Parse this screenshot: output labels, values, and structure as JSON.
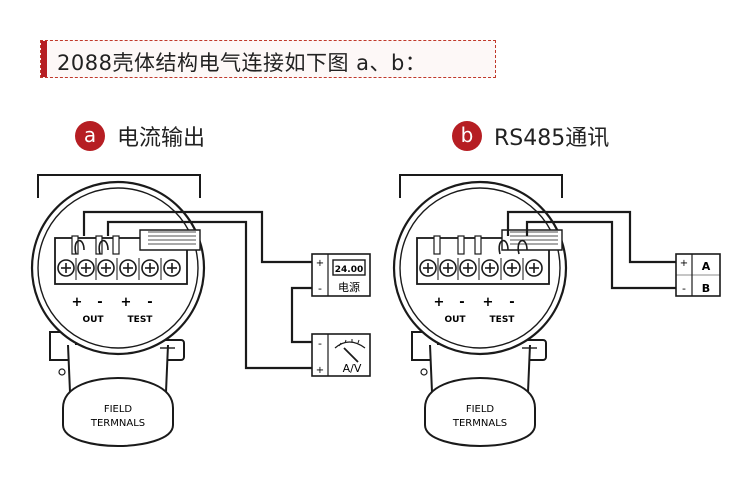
{
  "header": {
    "title": "2088壳体结构电气连接如下图 a、b："
  },
  "section_a": {
    "badge": "a",
    "label": "电流输出"
  },
  "section_b": {
    "badge": "b",
    "label": "RS485通讯"
  },
  "terminals": {
    "plus": "+",
    "minus": "-",
    "out": "OUT",
    "test": "TEST",
    "field_line1": "FIELD",
    "field_line2": "TERMNALS"
  },
  "power_supply": {
    "display": "24.00",
    "label": "电源",
    "plus": "+",
    "minus": "-"
  },
  "meter": {
    "label": "A/V",
    "plus": "+",
    "minus": "-"
  },
  "rs485": {
    "a_label": "A",
    "b_label": "B",
    "plus": "+",
    "minus": "-"
  },
  "colors": {
    "accent": "#b61e23",
    "line": "#1a1a1a"
  }
}
